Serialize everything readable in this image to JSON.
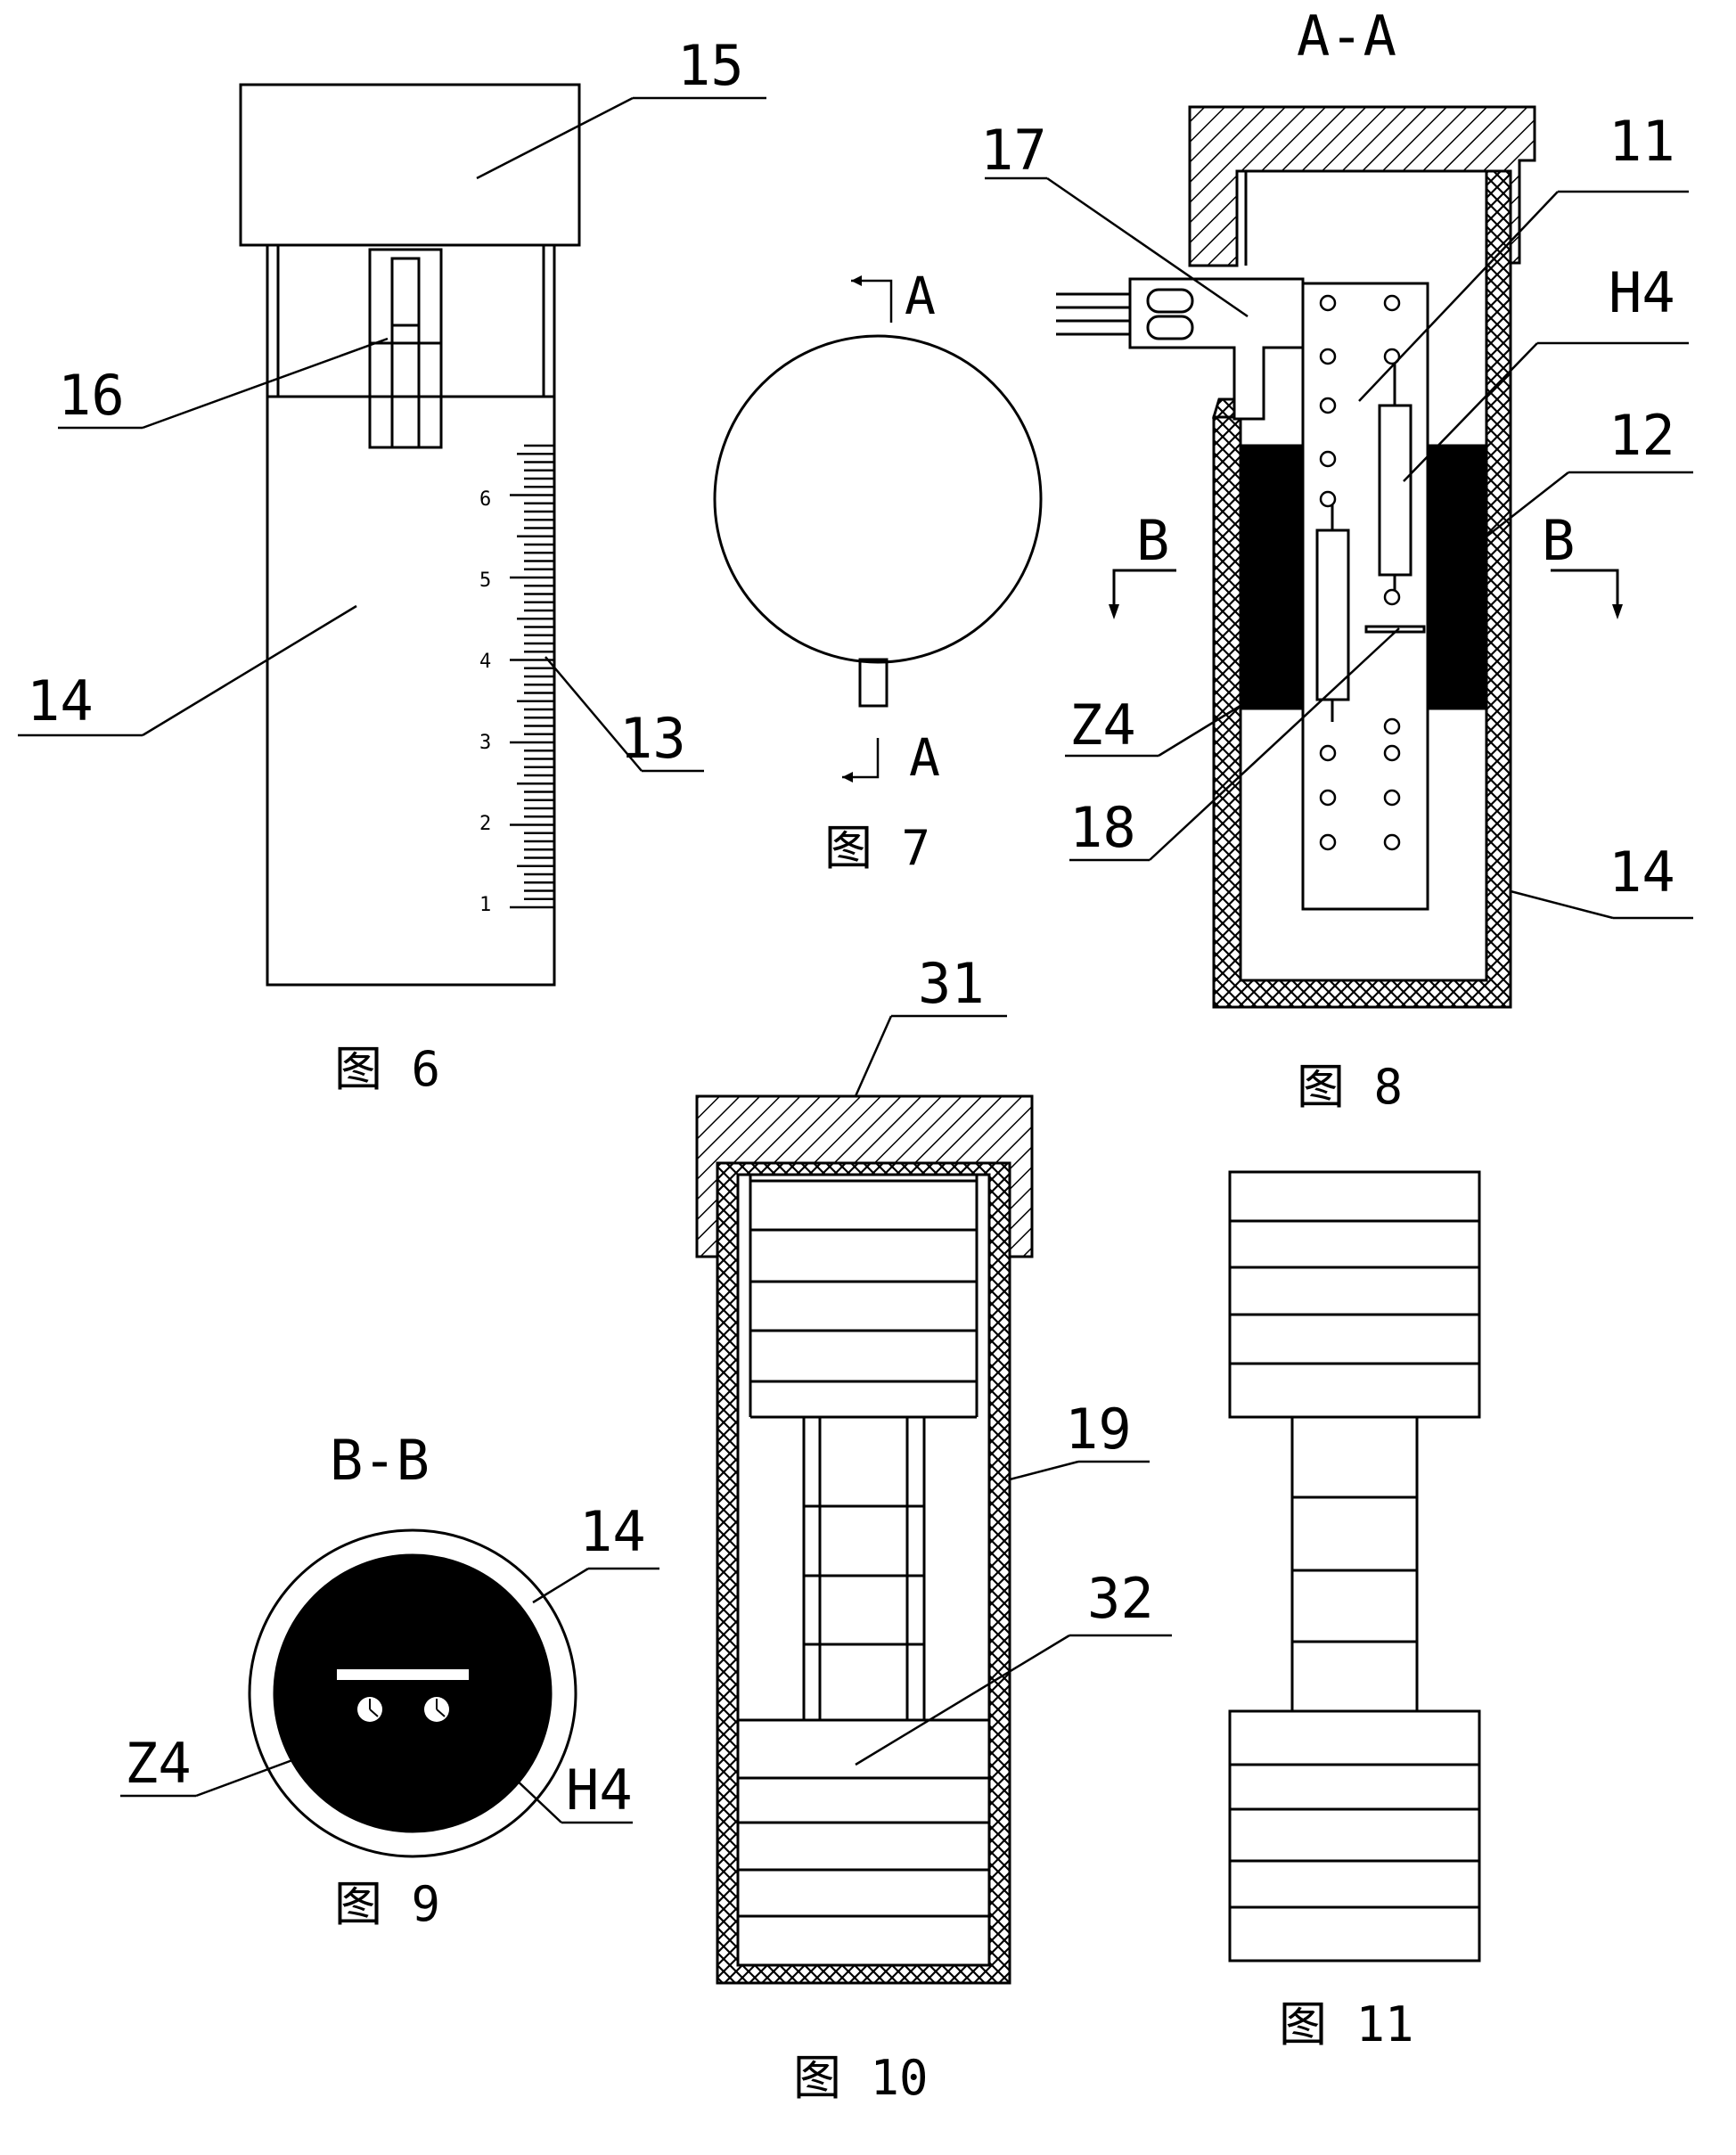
{
  "figures": {
    "fig6": {
      "caption": "图 6",
      "labels": {
        "cap": "15",
        "slider": "16",
        "body": "14",
        "scale": "13"
      },
      "scale_ticks": [
        "1",
        "2",
        "3",
        "4",
        "5",
        "6"
      ]
    },
    "fig7": {
      "caption": "图 7",
      "section_mark_top": "A",
      "section_mark_bottom": "A"
    },
    "fig8": {
      "caption": "图 8",
      "section_title": "A-A",
      "labels": {
        "board": "11",
        "magnet": "12",
        "connector": "17",
        "pin": "18",
        "hall": "H4",
        "reed": "Z4",
        "shell": "14"
      },
      "section_mark_left": "B",
      "section_mark_right": "B"
    },
    "fig9": {
      "caption": "图 9",
      "section_title": "B-B",
      "labels": {
        "shell": "14",
        "reed": "Z4",
        "hall": "H4"
      }
    },
    "fig10": {
      "caption": "图 10",
      "labels": {
        "cap": "31",
        "shell": "19",
        "magnet_stack": "32"
      }
    },
    "fig11": {
      "caption": "图 11"
    }
  }
}
